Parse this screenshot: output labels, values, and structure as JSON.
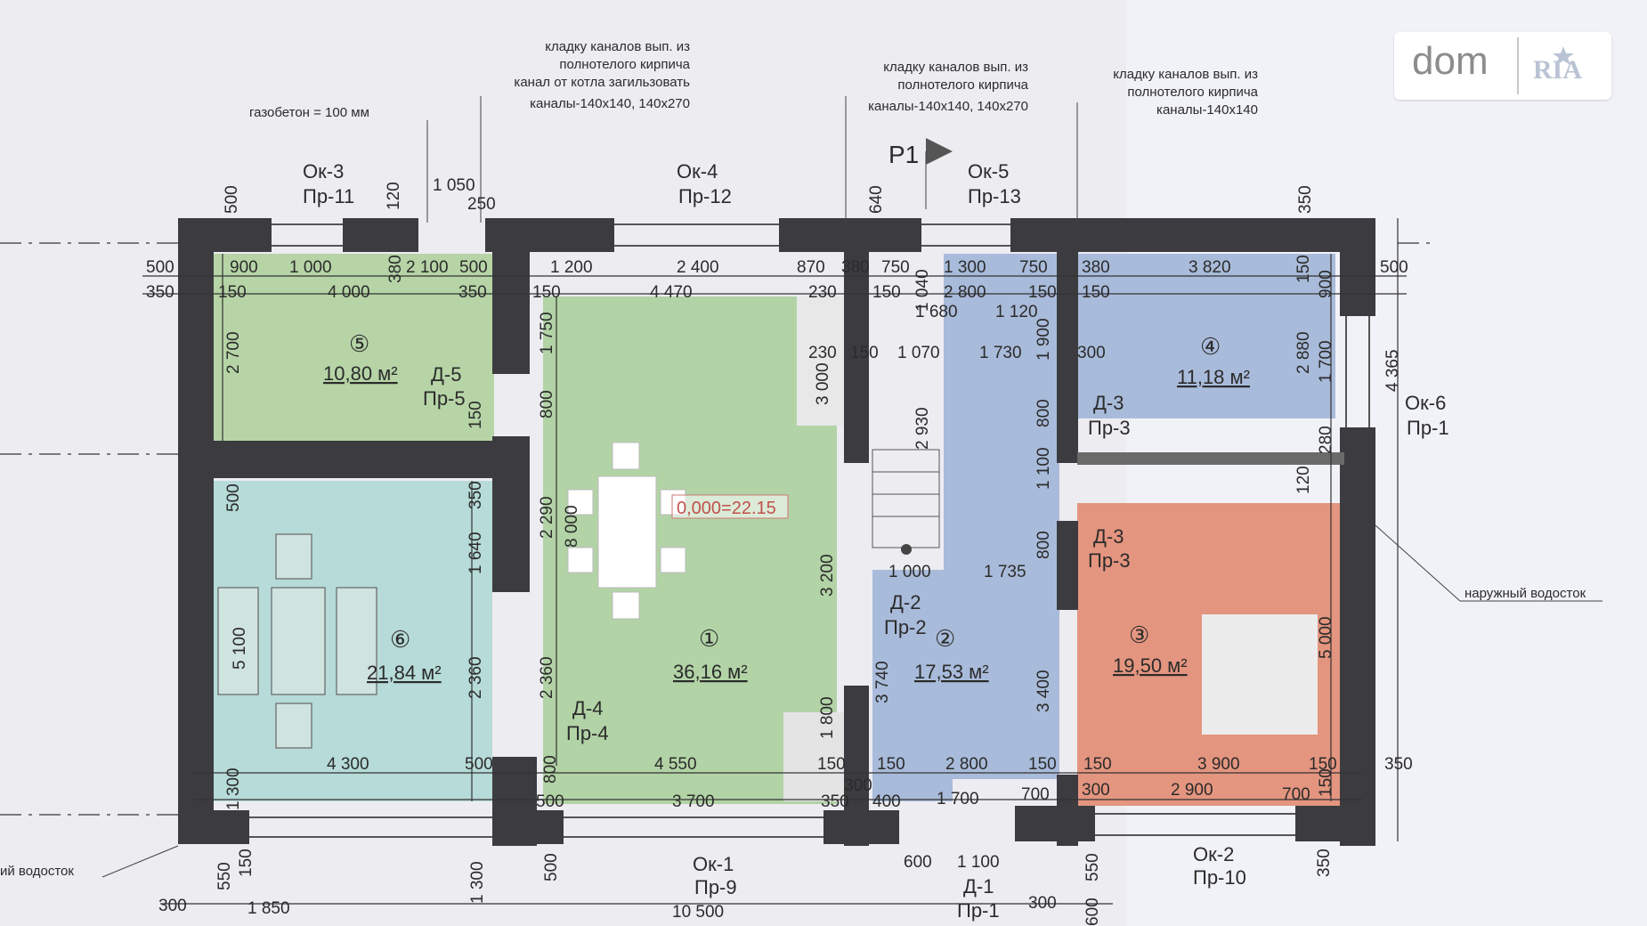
{
  "watermark": {
    "dom": "dom",
    "ria": "RIA"
  },
  "notes": {
    "n1": [
      "кладку каналов вып. из",
      "полнотелого кирпича",
      "канал от котла загильзовать",
      "каналы-140х140, 140х270"
    ],
    "n2": [
      "кладку каналов вып. из",
      "полнотелого кирпича",
      "каналы-140х140, 140х270"
    ],
    "n3": [
      "кладку каналов вып. из",
      "полнотелого кирпича",
      "каналы-140х140"
    ],
    "gas": "газобетон = 100 мм",
    "drain_right": "наружный водосток",
    "drain_left": "ий водосток"
  },
  "section_marker": "Р1",
  "elevation": "0,000=22.15",
  "rooms": [
    {
      "num": "①",
      "area": "36,16 м²"
    },
    {
      "num": "②",
      "area": "17,53 м²"
    },
    {
      "num": "③",
      "area": "19,50 м²"
    },
    {
      "num": "④",
      "area": "11,18 м²"
    },
    {
      "num": "⑤",
      "area": "10,80 м²"
    },
    {
      "num": "⑥",
      "area": "21,84 м²"
    }
  ],
  "openings": {
    "ok3": "Ок-3",
    "pr11": "Пр-11",
    "ok4": "Ок-4",
    "pr12": "Пр-12",
    "ok5": "Ок-5",
    "pr13": "Пр-13",
    "ok6": "Ок-6",
    "pr1r": "Пр-1",
    "ok1": "Ок-1",
    "pr9": "Пр-9",
    "ok2": "Ок-2",
    "pr10": "Пр-10",
    "d1": "Д-1",
    "pr1": "Пр-1",
    "d2": "Д-2",
    "pr2": "Пр-2",
    "d3a": "Д-3",
    "pr3a": "Пр-3",
    "d3b": "Д-3",
    "pr3b": "Пр-3",
    "d4": "Д-4",
    "pr4": "Пр-4",
    "d5": "Д-5",
    "pr5": "Пр-5"
  },
  "dims_top": [
    "500",
    "120",
    "1 050",
    "250",
    "640",
    "350"
  ],
  "dims_row1": [
    "500",
    "900",
    "1 000",
    "380",
    "2 100",
    "500",
    "1 200",
    "2 400",
    "870",
    "380",
    "750",
    "1 300",
    "750",
    "380",
    "3 820",
    "150",
    "500"
  ],
  "dims_row2": [
    "350",
    "150",
    "4 000",
    "350",
    "150",
    "4 470",
    "230",
    "150",
    "2 800",
    "150",
    "150"
  ],
  "dims_inner": [
    "1 040",
    "1 680",
    "1 120",
    "230",
    "150",
    "1 070",
    "1 730",
    "1 900",
    "300",
    "900",
    "2 880",
    "1 700",
    "4 365",
    "280",
    "120",
    "1 100",
    "800",
    "2 930",
    "3 000",
    "2 700",
    "1 750",
    "800",
    "150"
  ],
  "dims_mid": [
    "500",
    "350",
    "1 640",
    "2 290",
    "8 000",
    "3 200",
    "2 360",
    "5 100",
    "2 360",
    "3 740",
    "3 400",
    "5 000",
    "1 000",
    "1 735",
    "800",
    "1 800"
  ],
  "dims_bottom1": [
    "4 300",
    "500",
    "4 550",
    "150",
    "150",
    "2 800",
    "150",
    "150",
    "3 900",
    "150",
    "350"
  ],
  "dims_bottom2": [
    "800",
    "500",
    "3 700",
    "350",
    "300",
    "400",
    "1 700",
    "700",
    "300",
    "2 900",
    "700",
    "150"
  ],
  "dims_bottom3": [
    "1 300",
    "550",
    "150",
    "1 300",
    "500",
    "600",
    "1 100",
    "550",
    "350",
    "300",
    "1 850",
    "10 500",
    "300",
    "600"
  ]
}
